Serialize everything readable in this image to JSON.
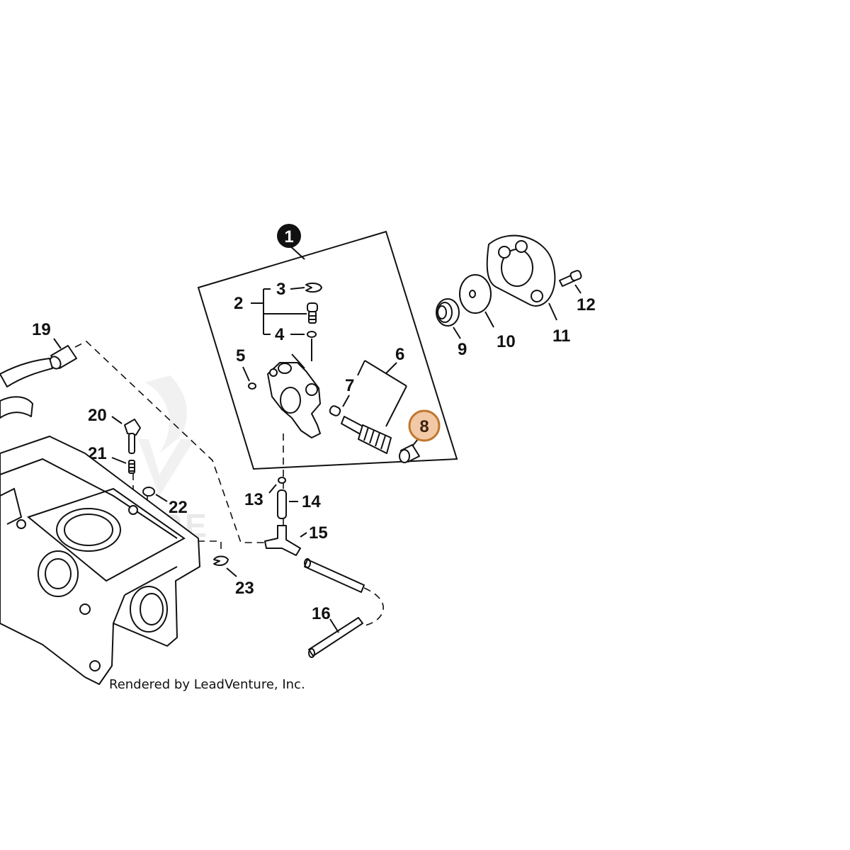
{
  "diagram": {
    "callouts": {
      "c1": "1",
      "c2": "2",
      "c3": "3",
      "c4": "4",
      "c5": "5",
      "c6": "6",
      "c7": "7",
      "c8": "8",
      "c9": "9",
      "c10": "10",
      "c11": "11",
      "c12": "12",
      "c13": "13",
      "c14": "14",
      "c15": "15",
      "c16": "16",
      "c19": "19",
      "c20": "20",
      "c21": "21",
      "c22": "22",
      "c23": "23"
    },
    "highlighted_callout": "8",
    "credit": "Rendered by LeadVenture, Inc.",
    "watermark": "VENTURE",
    "colors": {
      "highlight_fill": "#f2c9a6",
      "highlight_stroke": "#c0782f",
      "line": "#111111"
    }
  }
}
